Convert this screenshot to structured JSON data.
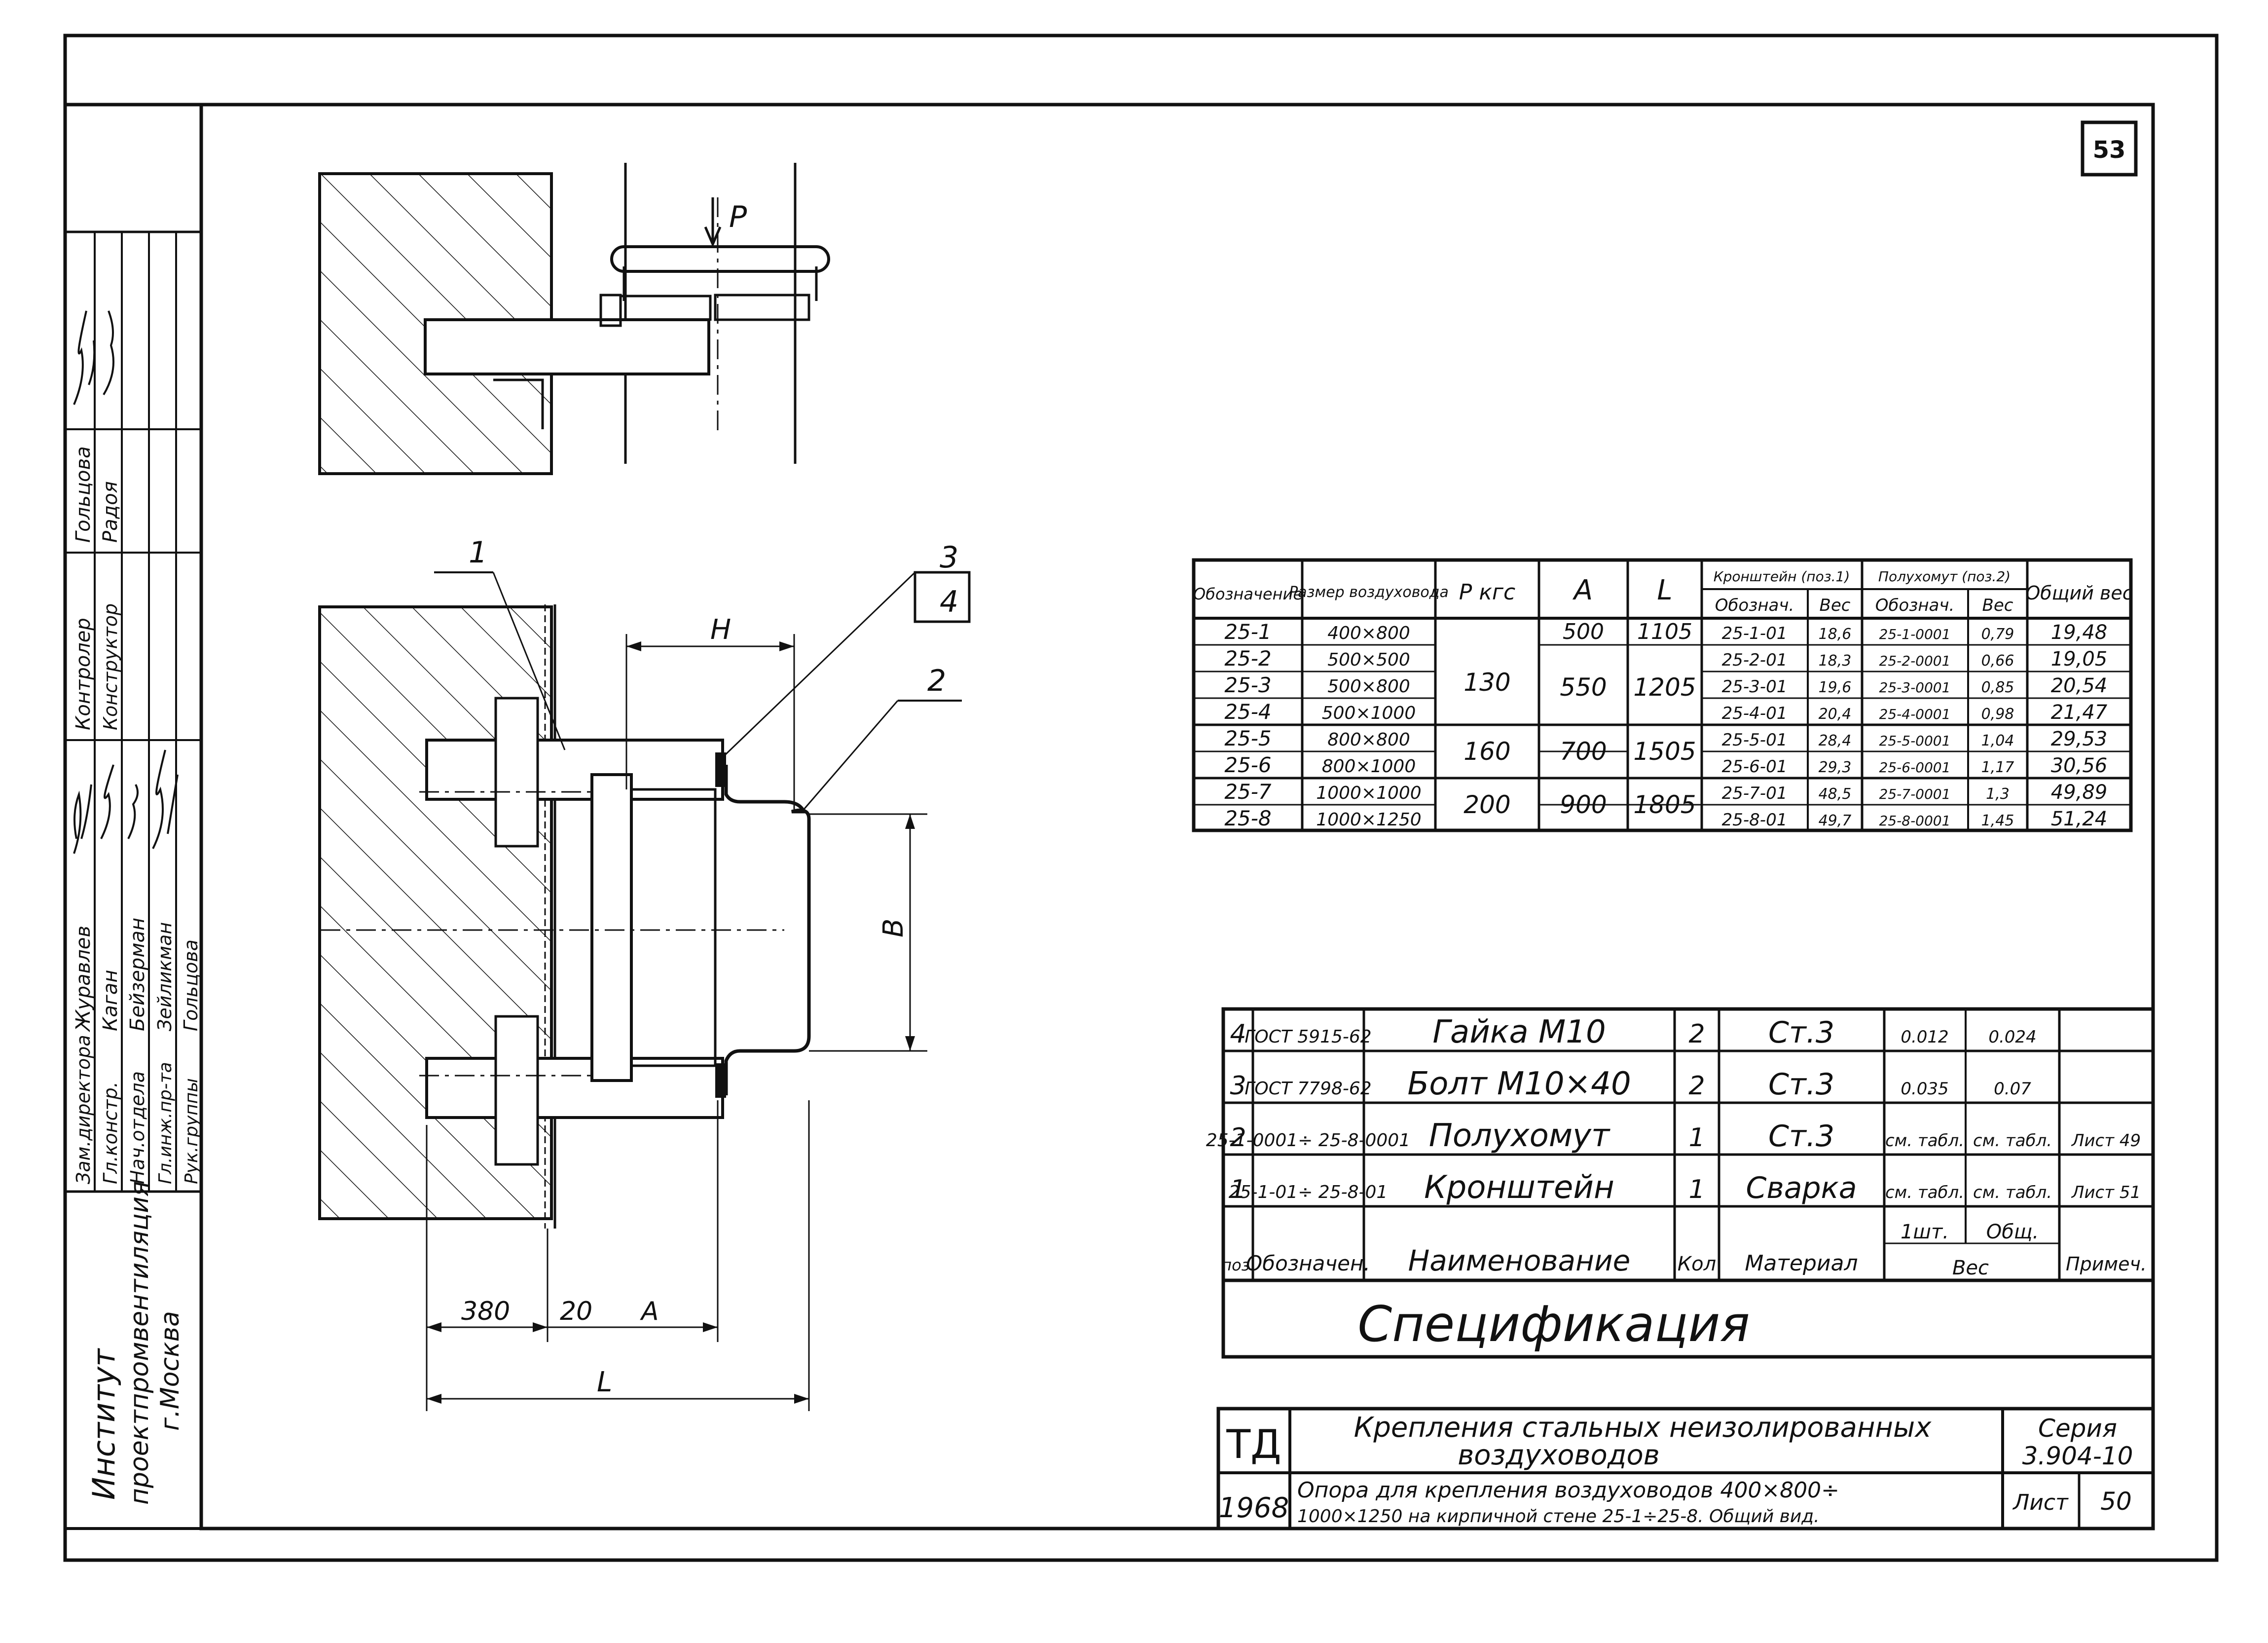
{
  "sheet_number": "53",
  "stamp_left": {
    "institute": [
      "Институт",
      "проектпромвентиляция",
      "г.Москва"
    ],
    "roles": [
      "Зам.директора",
      "Гл.констр.",
      "Нач.отдела",
      "Гл.инж.пр-та",
      "Рук.группы"
    ],
    "names": [
      "Журавлев",
      "Каган",
      "Бейзерман",
      "Зейликман",
      "Гольцова"
    ],
    "roles_top": [
      "Контролер",
      "Конструктор"
    ],
    "names_top": [
      "Гольцова",
      "Радоя"
    ]
  },
  "drawing_labels": {
    "load": "P",
    "dim_H": "H",
    "dim_B": "B",
    "dim_380": "380",
    "dim_20": "20",
    "dim_A": "A",
    "dim_L": "L",
    "callout_1": "1",
    "callout_2": "2",
    "callout_3": "3",
    "callout_4": "4"
  },
  "dim_table": {
    "headers": [
      "Обозначение",
      "Размер воздуховода",
      "P кгс",
      "A",
      "L",
      "Кронштейн (поз.1)",
      "Полухомут (поз.2)",
      "Общий вес"
    ],
    "subheaders": [
      "Обознач.",
      "Вес",
      "Обознач.",
      "Вес"
    ],
    "rows": [
      [
        "25-1",
        "400×800",
        "25-1-01",
        "18,6",
        "25-1-0001",
        "0,79",
        "19,48"
      ],
      [
        "25-2",
        "500×500",
        "25-2-01",
        "18,3",
        "25-2-0001",
        "0,66",
        "19,05"
      ],
      [
        "25-3",
        "500×800",
        "25-3-01",
        "19,6",
        "25-3-0001",
        "0,85",
        "20,54"
      ],
      [
        "25-4",
        "500×1000",
        "25-4-01",
        "20,4",
        "25-4-0001",
        "0,98",
        "21,47"
      ],
      [
        "25-5",
        "800×800",
        "25-5-01",
        "28,4",
        "25-5-0001",
        "1,04",
        "29,53"
      ],
      [
        "25-6",
        "800×1000",
        "25-6-01",
        "29,3",
        "25-6-0001",
        "1,17",
        "30,56"
      ],
      [
        "25-7",
        "1000×1000",
        "25-7-01",
        "48,5",
        "25-7-0001",
        "1,3",
        "49,89"
      ],
      [
        "25-8",
        "1000×1250",
        "25-8-01",
        "49,7",
        "25-8-0001",
        "1,45",
        "51,24"
      ]
    ],
    "merged_p": [
      "130",
      "160",
      "200"
    ],
    "merged_a": [
      "500",
      "550",
      "700",
      "900"
    ],
    "merged_l": [
      "1105",
      "1205",
      "1505",
      "1805"
    ]
  },
  "spec": {
    "title": "Спецификация",
    "headers": [
      "поз.",
      "Обозначен.",
      "Наименование",
      "Кол",
      "Материал",
      "1шт.",
      "Общ.",
      "Примеч."
    ],
    "weight_header": "Вес",
    "rows": [
      [
        "4",
        "ГОСТ 5915-62",
        "Гайка М10",
        "2",
        "Ст.3",
        "0.012",
        "0.024",
        ""
      ],
      [
        "3",
        "ГОСТ 7798-62",
        "Болт М10×40",
        "2",
        "Ст.3",
        "0.035",
        "0.07",
        ""
      ],
      [
        "2",
        "25-1-0001÷ 25-8-0001",
        "Полухомут",
        "1",
        "Ст.3",
        "см. табл.",
        "см. табл.",
        "Лист 49"
      ],
      [
        "1",
        "25-1-01÷ 25-8-01",
        "Кронштейн",
        "1",
        "Сварка",
        "см. табл.",
        "см. табл.",
        "Лист 51"
      ]
    ]
  },
  "title_block": {
    "code": "ТД",
    "year": "1968",
    "title_line1": "Крепления стальных неизолированных",
    "title_line2": "воздуховодов",
    "series_label": "Серия",
    "series_value": "3.904-10",
    "subtitle_line1": "Опора для крепления воздуховодов 400×800÷",
    "subtitle_line2": "1000×1250 на кирпичной стене 25-1÷25-8. Общий вид.",
    "sheet_label": "Лист",
    "sheet_value": "50"
  },
  "colors": {
    "ink": "#111111",
    "paper": "#ffffff"
  }
}
